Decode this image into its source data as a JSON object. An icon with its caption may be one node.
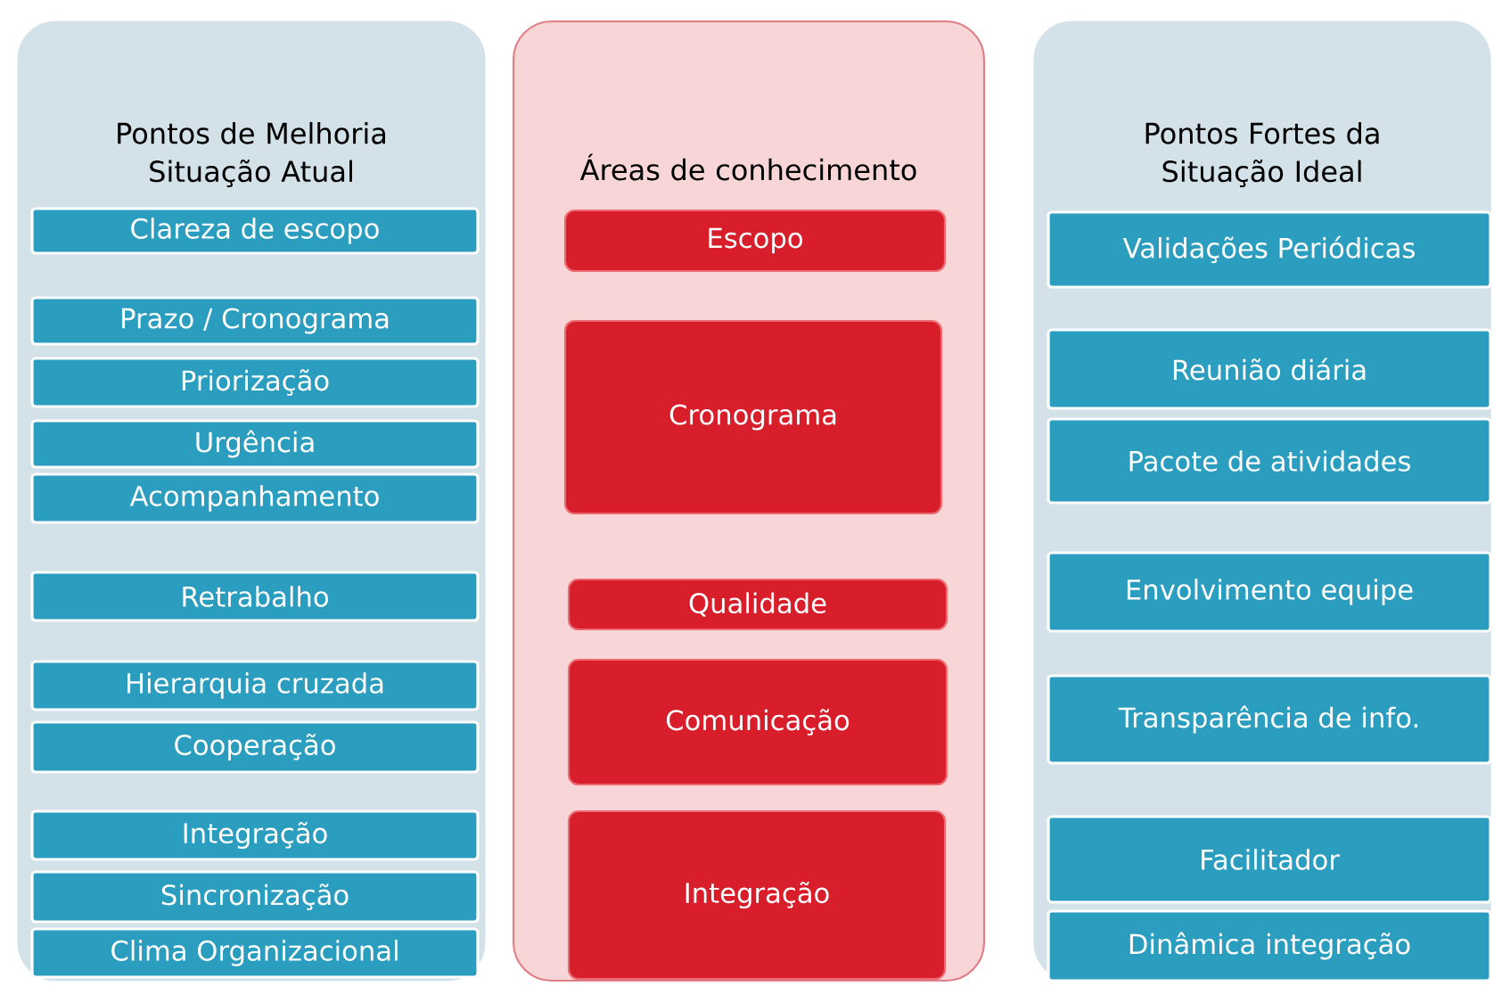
{
  "diagram": {
    "nodes": [
      {
        "text": [
          "Pontos de Melhoria Situação Atual"
        ]
      },
      {
        "text": [
          "Clareza de escopo"
        ],
        "in": 0
      },
      {
        "text": [
          "Prazo / Cronograma"
        ],
        "in": 0
      },
      {
        "text": [
          "Priorização"
        ],
        "in": 0
      },
      {
        "text": [
          "Urgência"
        ],
        "in": 0
      },
      {
        "text": [
          "Acompanhamento"
        ],
        "in": 0
      },
      {
        "text": [
          "Retrabalho"
        ],
        "in": 0
      },
      {
        "text": [
          "Hierarquia cruzada"
        ],
        "in": 0
      },
      {
        "text": [
          "Cooperação"
        ],
        "in": 0
      },
      {
        "text": [
          "Integração"
        ],
        "in": 0
      },
      {
        "text": [
          "Sincronização"
        ],
        "in": 0
      },
      {
        "text": [
          "Clima Organizacional"
        ],
        "in": 0
      },
      {
        "text": [
          "Áreas de conhecimento"
        ]
      },
      {
        "text": [
          "Escopo"
        ],
        "in": 12
      },
      {
        "text": [
          "Cronograma"
        ],
        "in": 12
      },
      {
        "text": [
          "Qualidade"
        ],
        "in": 12
      },
      {
        "text": [
          "Comunicação"
        ],
        "in": 12
      },
      {
        "text": [
          "Integração"
        ],
        "in": 12
      },
      {
        "text": [
          "Pontos Fortes da Situação Ideal"
        ]
      },
      {
        "text": [
          "Validações Periódicas"
        ],
        "in": 18
      },
      {
        "text": [
          "Reunião diária"
        ],
        "in": 18
      },
      {
        "text": [
          "Pacote de atividades"
        ],
        "in": 18
      },
      {
        "text": [
          "Envolvimento equipe"
        ],
        "in": 18
      },
      {
        "text": [
          "Transparência de info."
        ],
        "in": 18
      },
      {
        "text": [
          "Facilitador"
        ],
        "in": 18
      },
      {
        "text": [
          "Dinâmica integração"
        ],
        "in": 18
      }
    ]
  }
}
